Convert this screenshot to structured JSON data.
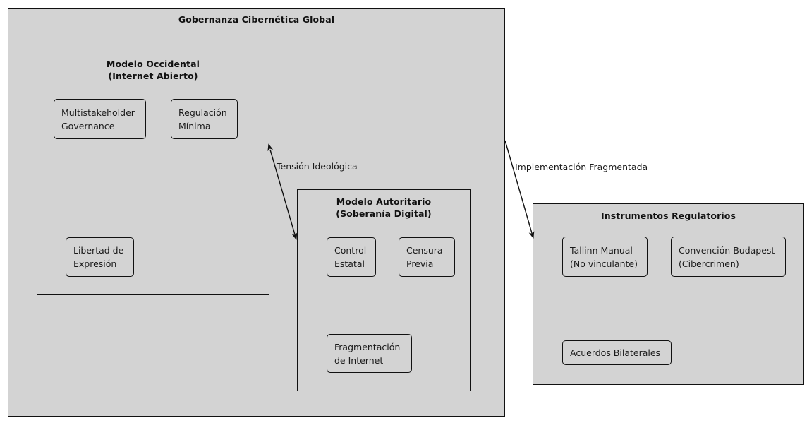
{
  "diagram": {
    "title": "Gobernanza Cibernética Global",
    "background": "#ffffff",
    "fill_color": "#d3d3d3",
    "stroke_color": "#111111"
  },
  "root": {
    "label": "Gobernanza Cibernética Global"
  },
  "western_model": {
    "title_line1": "Modelo Occidental",
    "title_line2": "(Internet Abierto)",
    "nodes": [
      {
        "line1": "Multistakeholder",
        "line2": "Governance"
      },
      {
        "line1": "Regulación",
        "line2": "Mínima"
      },
      {
        "line1": "Libertad de",
        "line2": "Expresión"
      }
    ]
  },
  "authoritarian_model": {
    "title_line1": "Modelo Autoritario",
    "title_line2": "(Soberanía Digital)",
    "nodes": [
      {
        "line1": "Control",
        "line2": "Estatal"
      },
      {
        "line1": "Censura",
        "line2": "Previa"
      },
      {
        "line1": "Fragmentación",
        "line2": "de Internet"
      }
    ]
  },
  "regulatory_instruments": {
    "title": "Instrumentos Regulatorios",
    "nodes": [
      {
        "line1": "Tallinn Manual",
        "line2": "(No vinculante)"
      },
      {
        "line1": "Convención Budapest",
        "line2": "(Cibercrimen)"
      },
      {
        "line1": "Acuerdos Bilaterales",
        "line2": ""
      }
    ]
  },
  "edges": [
    {
      "label": "Tensión Ideológica",
      "style": "double-arrow",
      "from": "Modelo Occidental",
      "to": "Modelo Autoritario"
    },
    {
      "label": "Implementación Fragmentada",
      "style": "single-arrow",
      "from": "Gobernanza Cibernética Global",
      "to": "Instrumentos Regulatorios"
    }
  ]
}
